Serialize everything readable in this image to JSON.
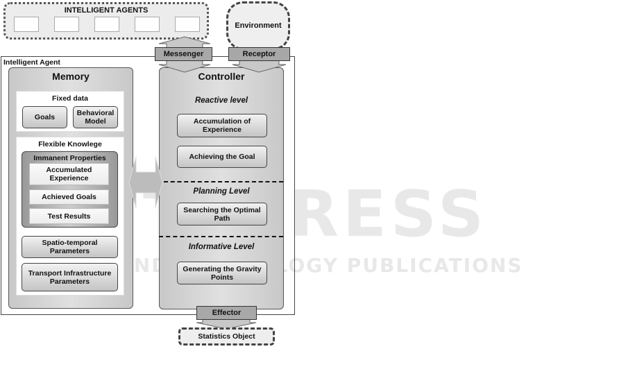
{
  "intelligent_agents": {
    "title": "INTELLIGENT AGENTS",
    "slots": 5
  },
  "environment": "Environment",
  "ports": {
    "messenger": "Messenger",
    "receptor": "Receptor",
    "effector": "Effector"
  },
  "agent": {
    "title": "Intelligent Agent"
  },
  "memory": {
    "title": "Memory",
    "fixed": {
      "title": "Fixed data",
      "items": [
        "Goals",
        "Behavioral Model"
      ]
    },
    "flexible": {
      "title": "Flexible Knowlege",
      "immanent": {
        "title": "Immanent Properties",
        "items": [
          "Accumulated Experience",
          "Achieved Goals",
          "Test Results"
        ]
      },
      "items": [
        "Spatio-temporal Parameters",
        "Transport Infrastructure Parameters"
      ]
    }
  },
  "controller": {
    "title": "Controller",
    "levels": [
      {
        "title": "Reactive level",
        "items": [
          "Accumulation of Experience",
          "Achieving the Goal"
        ]
      },
      {
        "title": "Planning Level",
        "items": [
          "Searching the Optimal Path"
        ]
      },
      {
        "title": "Informative Level",
        "items": [
          "Generating the Gravity Points"
        ]
      }
    ]
  },
  "statistics": "Statistics Object",
  "watermark": {
    "line1": "SCITEPRESS",
    "line2": "SCIENCE AND TECHNOLOGY PUBLICATIONS"
  }
}
